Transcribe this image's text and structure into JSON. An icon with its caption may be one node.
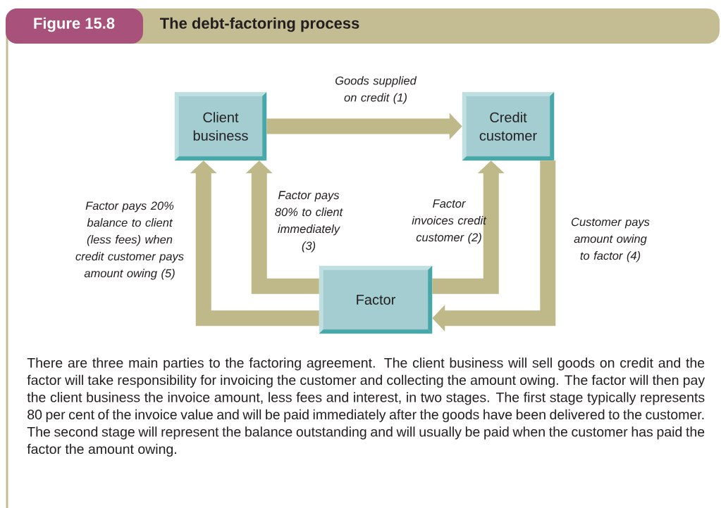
{
  "diagram": {
    "title": "The debt-factoring process",
    "caption": "There are three main parties to the factoring agreement. The client business will sell goods on credit and the factor will take responsibility for invoicing the customer and collecting the amount owing. The factor will then pay the client business the invoice amount, less fees and interest, in two stages. The first stage typically represents 80 per cent of the invoice value and will be paid immediately after the goods have been delivered to the customer. The second stage will represent the balance outstanding and will usually be paid when the customer has paid the factor the amount owing.",
    "nodes": [
      {
        "text": [
          "Client business"
        ]
      },
      {
        "text": [
          "Credit customer"
        ]
      },
      {
        "text": [
          "Factor"
        ]
      }
    ],
    "edges": [
      {
        "from": 0,
        "to": 1,
        "arrow": "to",
        "label": "Goods supplied on credit (1)"
      },
      {
        "from": 2,
        "to": 1,
        "arrow": "to",
        "label": "Factor invoices credit customer (2)"
      },
      {
        "from": 2,
        "to": 0,
        "arrow": "to",
        "label": "Factor pays 80% to client immediately (3)"
      },
      {
        "from": 1,
        "to": 2,
        "arrow": "to",
        "label": "Customer pays amount owing to factor (4)"
      },
      {
        "from": 2,
        "to": 0,
        "arrow": "to",
        "label": "Factor pays 20% balance to client (less fees) when credit customer pays amount owing (5)"
      }
    ],
    "labels": [
      "Figure 15.8"
    ]
  }
}
